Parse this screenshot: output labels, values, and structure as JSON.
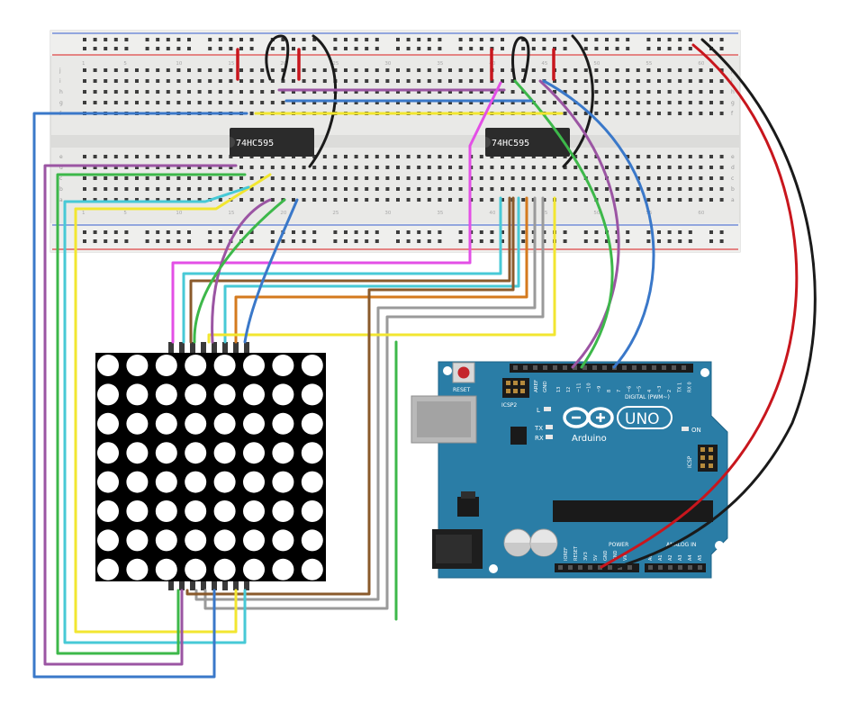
{
  "breadboard": {
    "chips": [
      {
        "id": "left",
        "label": "74HC595"
      },
      {
        "id": "right",
        "label": "74HC595"
      }
    ],
    "row_letters_top": [
      "j",
      "i",
      "h",
      "g",
      "f"
    ],
    "row_letters_bottom": [
      "e",
      "d",
      "c",
      "b",
      "a"
    ],
    "column_numbers": [
      "1",
      "5",
      "10",
      "15",
      "20",
      "25",
      "30",
      "35",
      "40",
      "45",
      "50",
      "55",
      "60"
    ]
  },
  "led_matrix": {
    "rows": 8,
    "cols": 8
  },
  "arduino": {
    "logo_text": "Arduino",
    "model": "UNO",
    "reset_label": "RESET",
    "icsp2_label": "ICSP2",
    "icsp_label": "ICSP",
    "digital_label": "DIGITAL (PWM~)",
    "aref_label": "AREF",
    "gnd_label": "GND",
    "led_l": "L",
    "led_tx": "TX",
    "led_rx": "RX",
    "on_label": "ON",
    "power_label": "POWER",
    "analog_label": "ANALOG IN",
    "digital_pins": [
      "13",
      "12",
      "~11",
      "~10",
      "~9",
      "8",
      "7",
      "~6",
      "~5",
      "4",
      "~3",
      "2",
      "TX 1",
      "RX 0"
    ],
    "power_pins": [
      "IOREF",
      "RESET",
      "3V3",
      "5V",
      "GND",
      "GND",
      "VIN"
    ],
    "analog_pins": [
      "A0",
      "A1",
      "A2",
      "A3",
      "A4",
      "A5"
    ]
  },
  "colors": {
    "breadboard": "#e9e9e7",
    "board_blue": "#2a7da6",
    "wire_red": "#c8161d",
    "wire_black": "#1a1a1a",
    "wire_blue": "#3a78c9",
    "wire_green": "#3db84a",
    "wire_purple": "#9b55a3",
    "wire_magenta": "#e34fe6",
    "wire_yellow": "#f2e630",
    "wire_cyan": "#47c9d6",
    "wire_orange": "#d47a1e",
    "wire_brown": "#8a5a2b",
    "wire_grey": "#9a9a9a"
  }
}
